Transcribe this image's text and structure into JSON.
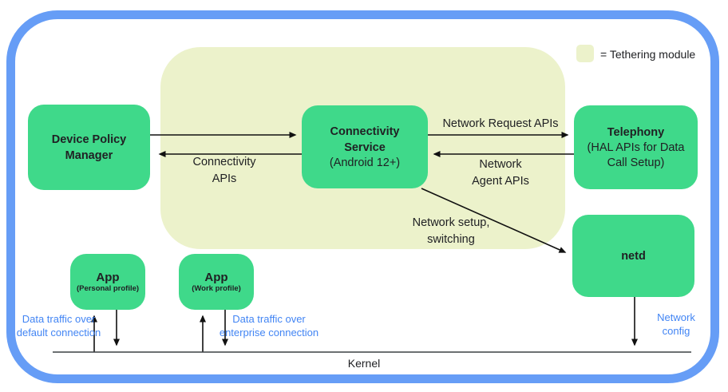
{
  "colors": {
    "device_frame_blue": "#669df6",
    "tethering_module_fill": "#ecf2cb",
    "node_green": "#3fd98a",
    "data_traffic_text_blue": "#4285f4",
    "text_dark": "#202124",
    "arrow_black": "#111111"
  },
  "legend": {
    "swatch": "tethering-module-swatch",
    "label": "= Tethering module"
  },
  "nodes": {
    "dpm": {
      "line1": "Device Policy",
      "line2": "Manager"
    },
    "connectivity": {
      "line1": "Connectivity",
      "line2": "Service",
      "sub": "(Android 12+)"
    },
    "telephony": {
      "title": "Telephony",
      "sub1": "(HAL APIs for Data",
      "sub2": "Call Setup)"
    },
    "netd": {
      "title": "netd"
    },
    "app_personal": {
      "title": "App",
      "sub": "(Personal profile)"
    },
    "app_work": {
      "title": "App",
      "sub": "(Work profile)"
    }
  },
  "labels": {
    "connectivity_apis1": "Connectivity",
    "connectivity_apis2": "APIs",
    "network_request": "Network Request APIs",
    "network_agent1": "Network",
    "network_agent2": "Agent APIs",
    "network_setup1": "Network setup,",
    "network_setup2": "switching",
    "data_default1": "Data traffic over",
    "data_default2": "default connection",
    "data_enterprise1": "Data traffic over",
    "data_enterprise2": "enterprise connection",
    "network_config1": "Network",
    "network_config2": "config",
    "kernel": "Kernel"
  }
}
